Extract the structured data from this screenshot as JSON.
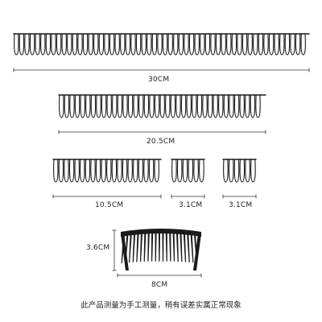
{
  "colors": {
    "background": "#ffffff",
    "wire": "#1a1a1a",
    "line": "#333333",
    "text": "#222222"
  },
  "items": [
    {
      "name": "comb-30cm",
      "label": "30CM"
    },
    {
      "name": "comb-20-5cm",
      "label": "20.5CM"
    },
    {
      "name": "comb-10-5cm",
      "label": "10.5CM"
    },
    {
      "name": "comb-3-1cm-a",
      "label": "3.1CM"
    },
    {
      "name": "comb-3-1cm-b",
      "label": "3.1CM"
    },
    {
      "name": "comb-8cm",
      "label": "8CM",
      "height_label": "3.6CM"
    }
  ],
  "caption": "此产品测量为手工测量，稍有误差实属正常现象"
}
